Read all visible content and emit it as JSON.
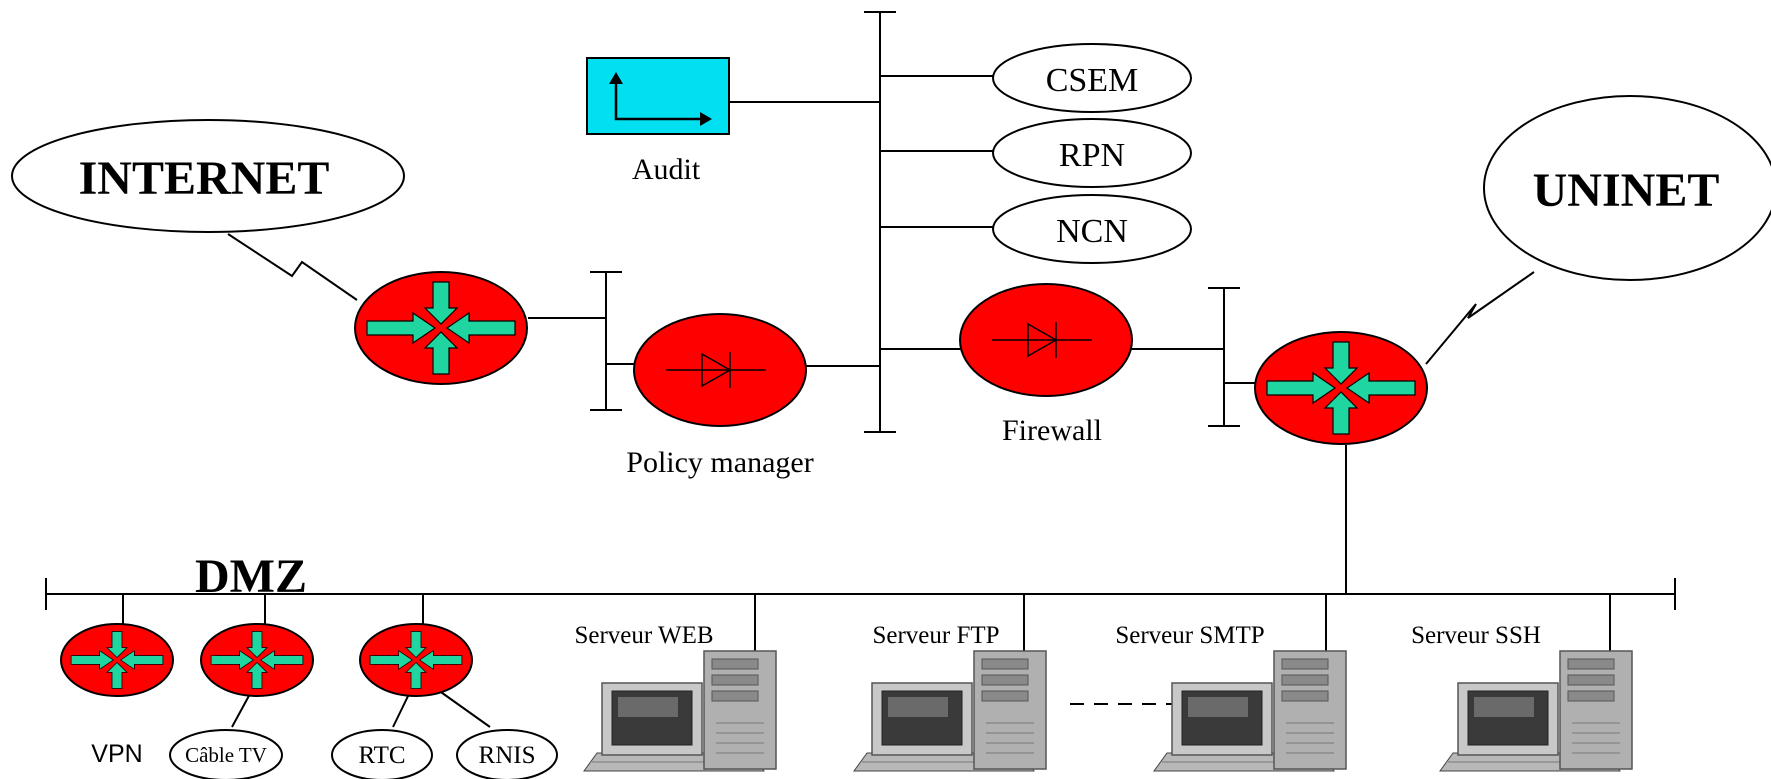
{
  "networks": {
    "internet": "INTERNET",
    "uninet": "UNINET",
    "csem": "CSEM",
    "rpn": "RPN",
    "ncn": "NCN"
  },
  "labels": {
    "audit": "Audit",
    "policy_manager": "Policy manager",
    "firewall": "Firewall",
    "dmz": "DMZ"
  },
  "servers": {
    "web": "Serveur WEB",
    "ftp": "Serveur FTP",
    "smtp": "Serveur SMTP",
    "ssh": "Serveur SSH"
  },
  "access": {
    "vpn": "VPN",
    "cable_tv": "Câble TV",
    "rtc": "RTC",
    "rnis": "RNIS"
  },
  "colors": {
    "router_fill": "#ff0000",
    "arrow_fill": "#1fd6a0",
    "audit_fill": "#00e0f0"
  }
}
